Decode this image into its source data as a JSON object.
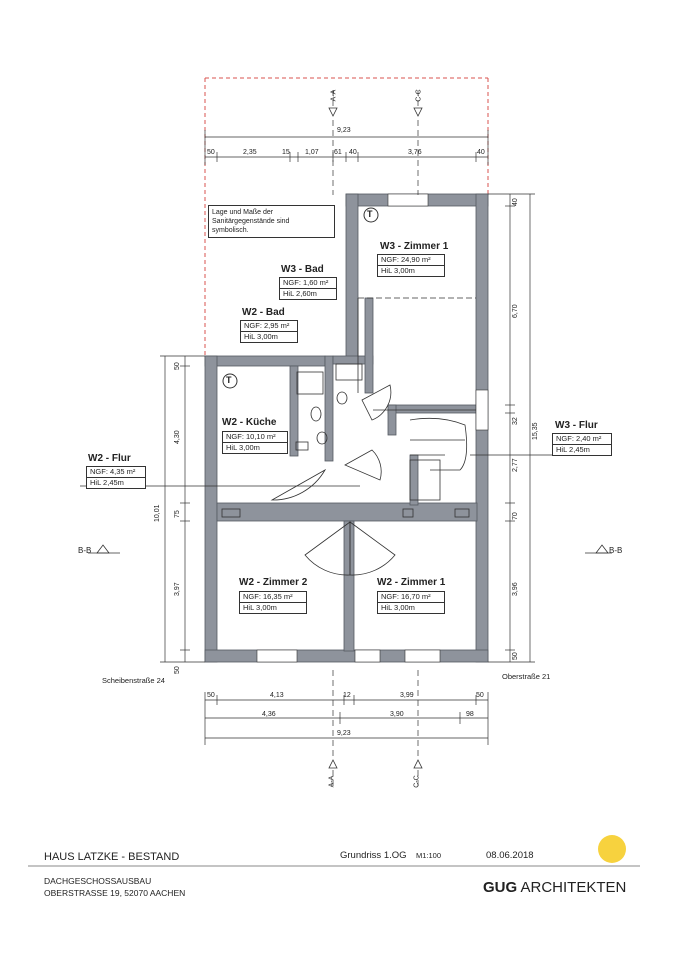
{
  "sections": {
    "aa_top": "A-A",
    "cc_top": "C-C",
    "aa_bottom": "A-A",
    "cc_bottom": "C-C",
    "bb_left": "B-B",
    "bb_right": "B-B"
  },
  "dims_top": {
    "total": "9,23",
    "d1": "50",
    "d2": "2,35",
    "d3": "15",
    "d4": "1,07",
    "d5": "61",
    "d6": "40",
    "d7": "3,76",
    "d8": "40"
  },
  "dims_bottom": {
    "a1": "50",
    "a2": "4,13",
    "a3": "12",
    "a4": "3,99",
    "a5": "50",
    "b1": "4,36",
    "b2": "3,90",
    "b3": "98",
    "total": "9,23"
  },
  "dims_left": {
    "d1": "50",
    "d2": "4,30",
    "d3": "75",
    "d4": "3,97",
    "d5": "50",
    "total": "10,01"
  },
  "dims_right": {
    "d1": "40",
    "d2": "6,70",
    "d3": "32",
    "d4": "2,77",
    "d5": "70",
    "d6": "3,96",
    "d7": "50",
    "total": "15,35"
  },
  "note": {
    "line1": "Lage und Maße der",
    "line2": "Sanitärgegenstände sind",
    "line3": "symbolisch."
  },
  "rooms": {
    "w3_zimmer1": {
      "name": "W3 - Zimmer 1",
      "ngf": "NGF:  24,90 m²",
      "hil": "HiL 3,00m"
    },
    "w3_bad": {
      "name": "W3 - Bad",
      "ngf": "NGF: 1,60 m²",
      "hil": "HiL 2,60m"
    },
    "w2_bad": {
      "name": "W2 - Bad",
      "ngf": "NGF: 2,95 m²",
      "hil": "HiL 3,00m"
    },
    "w2_kueche": {
      "name": "W2 - Küche",
      "ngf": "NGF: 10,10 m²",
      "hil": "HiL 3,00m"
    },
    "w2_flur": {
      "name": "W2 - Flur",
      "ngf": "NGF: 4,35 m²",
      "hil": "HiL 2,45m"
    },
    "w3_flur": {
      "name": "W3 - Flur",
      "ngf": "NGF: 2,40 m²",
      "hil": "HiL 2,45m"
    },
    "w2_zimmer2": {
      "name": "W2 - Zimmer 2",
      "ngf": "NGF:  16,35 m²",
      "hil": "HiL 3,00m"
    },
    "w2_zimmer1": {
      "name": "W2 - Zimmer 1",
      "ngf": "NGF:  16,70 m²",
      "hil": "HiL 3,00m"
    }
  },
  "symbols": {
    "t1": "T",
    "t2": "T"
  },
  "streets": {
    "left": "Scheibenstraße 24",
    "right": "Oberstraße 21"
  },
  "footer": {
    "project": "HAUS LATZKE - BESTAND",
    "drawing": "Grundriss 1.OG",
    "scale": "M1:100",
    "date": "08.06.2018",
    "sub1": "DACHGESCHOSSAUSBAU",
    "sub2": "OBERSTRASSE 19, 52070 AACHEN",
    "firm_bold": "GUG",
    "firm": "ARCHITEKTEN",
    "dot_color": "#f7d23e"
  },
  "colors": {
    "wall": "#8e939c",
    "wall_edge": "#555a62",
    "line": "#333333",
    "dash": "#d9534f"
  }
}
